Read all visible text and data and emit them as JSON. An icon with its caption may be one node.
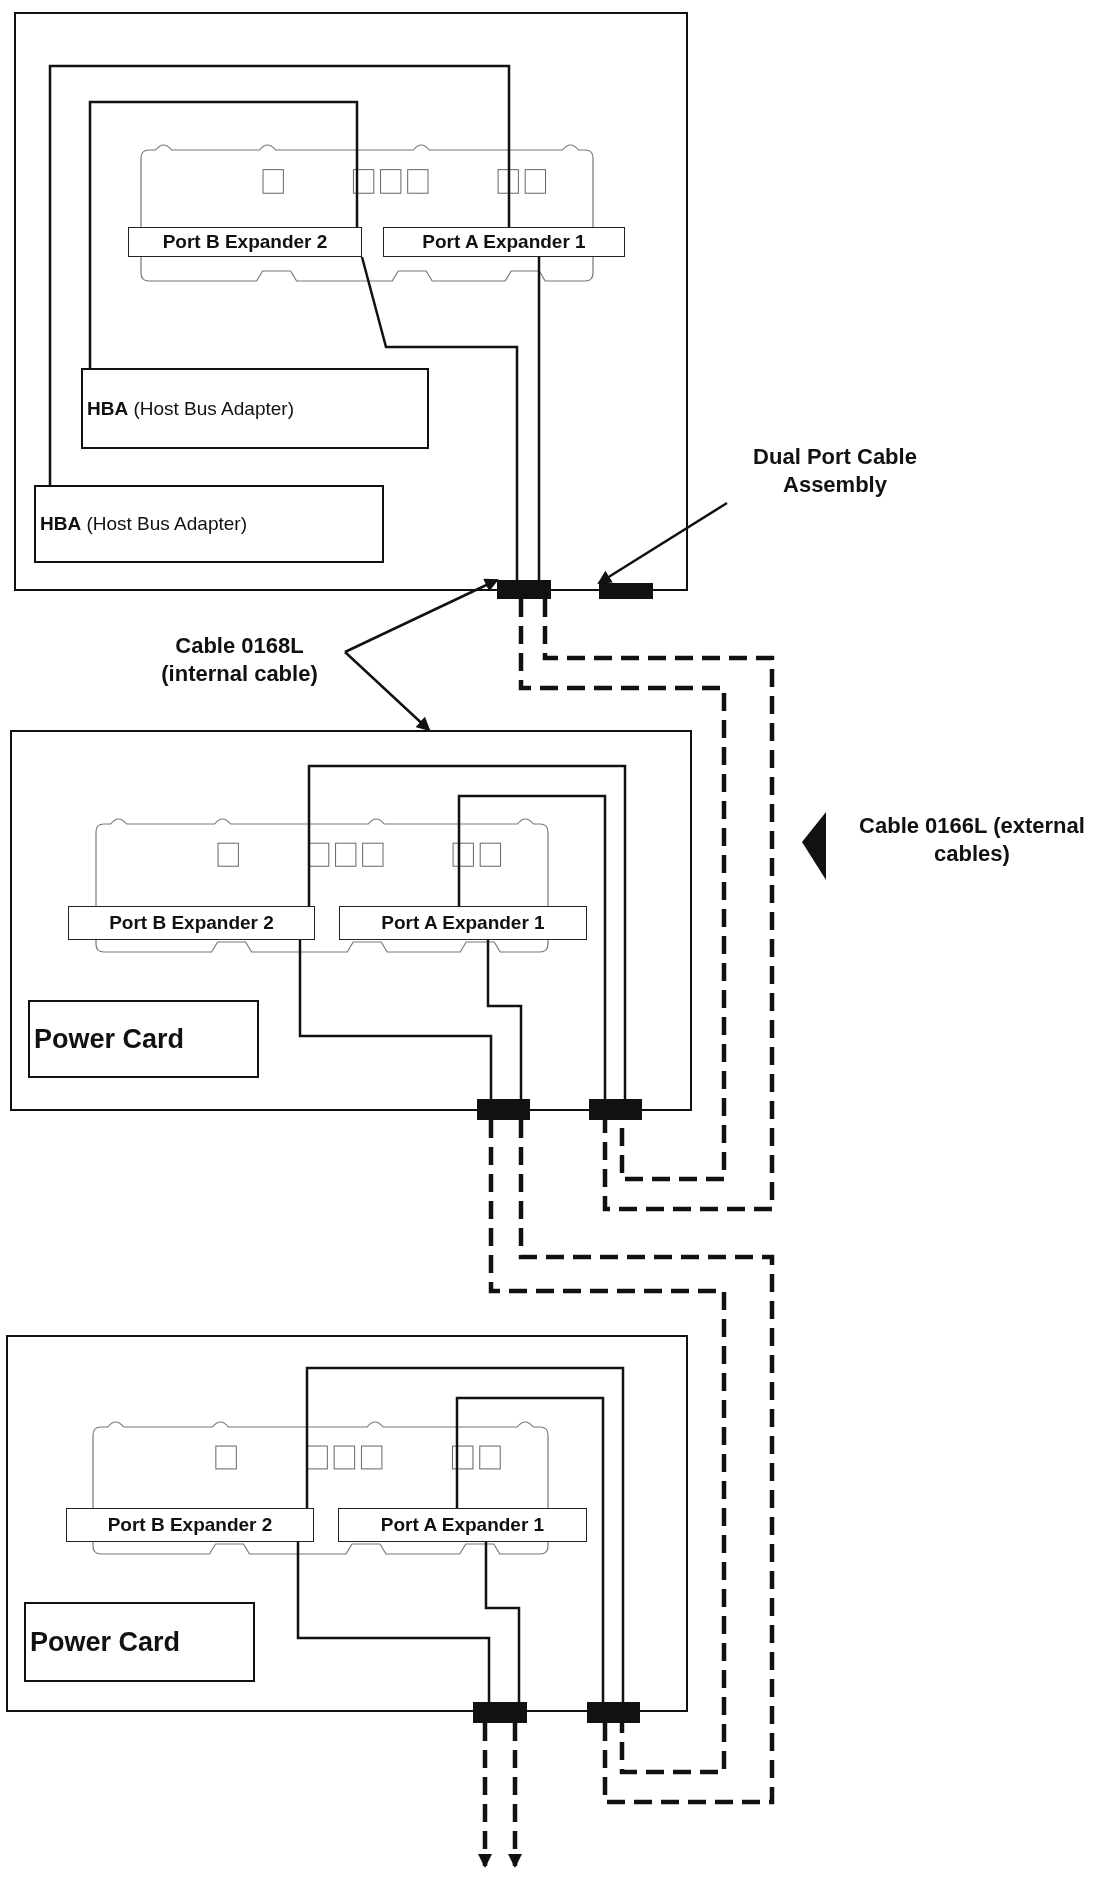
{
  "diagram": {
    "nodes": [
      {
        "text": [],
        "shape": "box"
      },
      {
        "text": [
          "Port B Expander 2"
        ],
        "in": 0
      },
      {
        "text": [
          "Port A Expander 1"
        ],
        "in": 0
      },
      {
        "text": [
          "**HBA** (Host Bus Adapter)"
        ],
        "in": 0
      },
      {
        "text": [
          "**HBA** (Host Bus Adapter)"
        ],
        "in": 0
      },
      {
        "text": [],
        "shape": "bar"
      },
      {
        "text": [],
        "shape": "bar"
      },
      {
        "text": [],
        "shape": "box"
      },
      {
        "text": [
          "Port B Expander 2"
        ],
        "in": 7
      },
      {
        "text": [
          "Port A Expander 1"
        ],
        "in": 7
      },
      {
        "text": [
          "Power Card"
        ],
        "in": 7
      },
      {
        "text": [],
        "shape": "bar"
      },
      {
        "text": [],
        "shape": "bar"
      },
      {
        "text": [],
        "shape": "box"
      },
      {
        "text": [
          "Port B Expander 2"
        ],
        "in": 13
      },
      {
        "text": [
          "Port A Expander 1"
        ],
        "in": 13
      },
      {
        "text": [
          "Power Card"
        ],
        "in": 13
      },
      {
        "text": [],
        "shape": "bar"
      },
      {
        "text": [],
        "shape": "bar"
      },
      {
        "text": [
          "Dual Port Cable Assembly"
        ]
      },
      {
        "text": [
          "Cable 0168L (internal cable)"
        ]
      }
    ],
    "edges": [
      {
        "from": 1,
        "to": 3,
        "arrow": "none"
      },
      {
        "from": 2,
        "to": 4,
        "arrow": "none"
      },
      {
        "from": 1,
        "to": 5,
        "arrow": "none"
      },
      {
        "from": 2,
        "to": 5,
        "arrow": "none"
      },
      {
        "from": 8,
        "to": 12,
        "arrow": "none"
      },
      {
        "from": 9,
        "to": 12,
        "arrow": "none"
      },
      {
        "from": 8,
        "to": 11,
        "arrow": "none"
      },
      {
        "from": 9,
        "to": 11,
        "arrow": "none"
      },
      {
        "from": 14,
        "to": 18,
        "arrow": "none"
      },
      {
        "from": 15,
        "to": 18,
        "arrow": "none"
      },
      {
        "from": 14,
        "to": 17,
        "arrow": "none"
      },
      {
        "from": 15,
        "to": 17,
        "arrow": "none"
      },
      {
        "from": 5,
        "to": 12,
        "arrow": "none",
        "style": "dashed"
      },
      {
        "from": 5,
        "to": 12,
        "arrow": "none",
        "style": "dashed"
      },
      {
        "from": 11,
        "to": 18,
        "arrow": "none",
        "style": "dashed"
      },
      {
        "from": 11,
        "to": 18,
        "arrow": "none",
        "style": "dashed"
      },
      {
        "from": 17,
        "to": null,
        "arrow": "to",
        "style": "dashed"
      },
      {
        "from": 17,
        "to": null,
        "arrow": "to",
        "style": "dashed"
      },
      {
        "from": 19,
        "to": 6,
        "arrow": "to"
      },
      {
        "from": 20,
        "to": 5,
        "arrow": "to"
      },
      {
        "from": 20,
        "to": 7,
        "arrow": "to"
      }
    ],
    "labels": [
      "Cable 0166L (external cables)"
    ]
  }
}
